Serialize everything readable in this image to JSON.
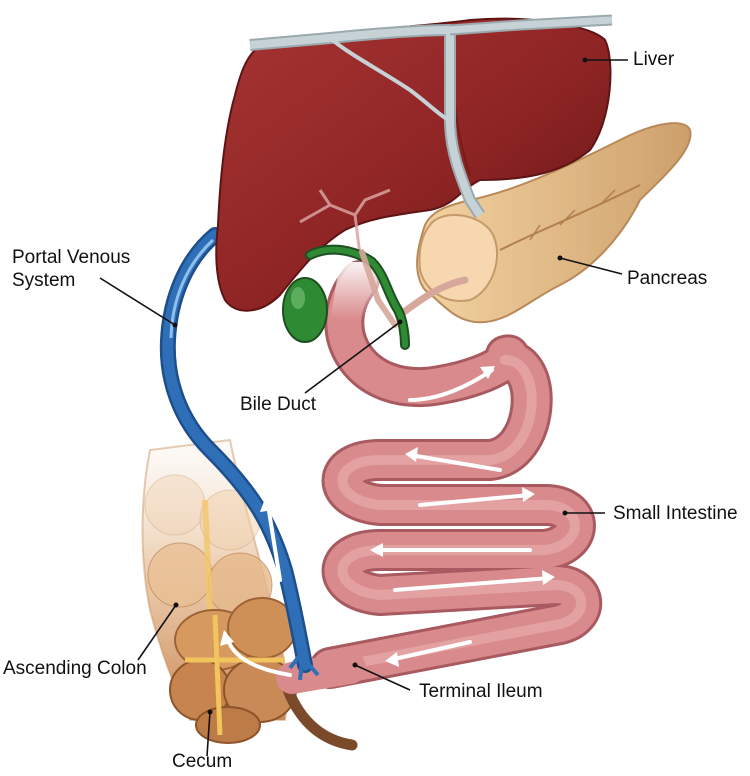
{
  "labels": {
    "liver": "Liver",
    "pancreas": "Pancreas",
    "portal_line1": "Portal Venous",
    "portal_line2": "System",
    "bile_duct": "Bile Duct",
    "small_intestine": "Small Intestine",
    "ascending_colon": "Ascending Colon",
    "terminal_ileum": "Terminal Ileum",
    "cecum": "Cecum"
  },
  "colors": {
    "liver": "#8e2424",
    "liver_dark": "#5e1414",
    "pancreas": "#e9c38c",
    "pancreas_dark": "#c89a5e",
    "gallbladder": "#2f8a34",
    "bile_duct": "#2b6e2f",
    "portal_vein": "#2f6fb8",
    "vein_highlight": "#8fc0ea",
    "intestine": "#d98a8c",
    "intestine_dark": "#a85a60",
    "colon": "#d9a36b",
    "cecum": "#c98a57",
    "hepatic_vessels": "#c7d2d6",
    "flow_arrow": "#ffffff",
    "leader_line": "#111111"
  }
}
